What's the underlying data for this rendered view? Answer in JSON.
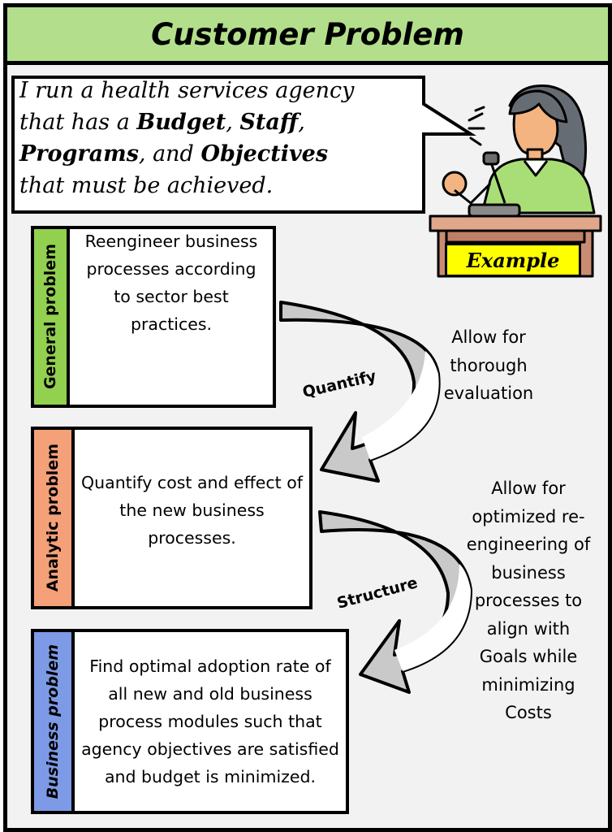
{
  "header": {
    "title": "Customer Problem"
  },
  "bubble": {
    "line1": "I run a health services agency",
    "line2_pre": "that has a ",
    "budget": "Budget",
    "comma1": ", ",
    "staff": "Staff",
    "comma2": ",",
    "programs": "Programs",
    "and": ", and ",
    "objectives": "Objectives",
    "line4": "that must be achieved."
  },
  "example_label": "Example",
  "steps": [
    {
      "tab": "General problem",
      "text": "Reengineer business processes according to sector best practices.",
      "tab_color": "#92d050"
    },
    {
      "tab": "Analytic problem",
      "text": "Quantify cost and effect of the new business processes.",
      "tab_color": "#f4a079"
    },
    {
      "tab": "Business problem",
      "text": "Find optimal adoption rate of all new and old business process modules such that agency objectives are satisfied and budget is minimized.",
      "tab_color": "#7d9ae6"
    }
  ],
  "arrows": [
    {
      "label": "Quantify",
      "note": "Allow for thorough evaluation"
    },
    {
      "label": "Structure",
      "note": "Allow for optimized re-engineering of business processes to align with Goals while minimizing Costs"
    }
  ]
}
